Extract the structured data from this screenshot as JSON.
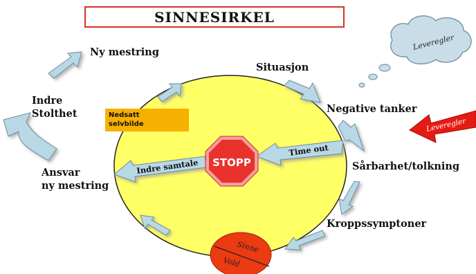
{
  "title": "SINNESIRKEL",
  "labels": {
    "ny_mestring": "Ny mestring",
    "situasjon": "Situasjon",
    "indre_stolthet_1": "Indre",
    "indre_stolthet_2": "Stolthet",
    "negative_tanker": "Negative tanker",
    "sarbarhet": "Sårbarhet/tolkning",
    "ansvar_1": "Ansvar",
    "ansvar_2": "ny mestring",
    "kroppssymptoner": "Kroppssymptoner"
  },
  "selvbilde": {
    "line1": "Nedsatt",
    "line2": "selvbilde"
  },
  "stopp": "STOPP",
  "time_out": "Time out",
  "indre_samtale": "Indre samtale",
  "cloud_text": "Leveregler",
  "red_arrow_text": "Leveregler",
  "sinne": "Sinne",
  "vold": "Vold",
  "colors": {
    "circle": "#ffff66",
    "arrow": "#b9d8e6",
    "stop": "#e8322b",
    "note": "#f6b000",
    "red_arrow": "#e41b13",
    "sinne_circle": "#ec3a12"
  }
}
